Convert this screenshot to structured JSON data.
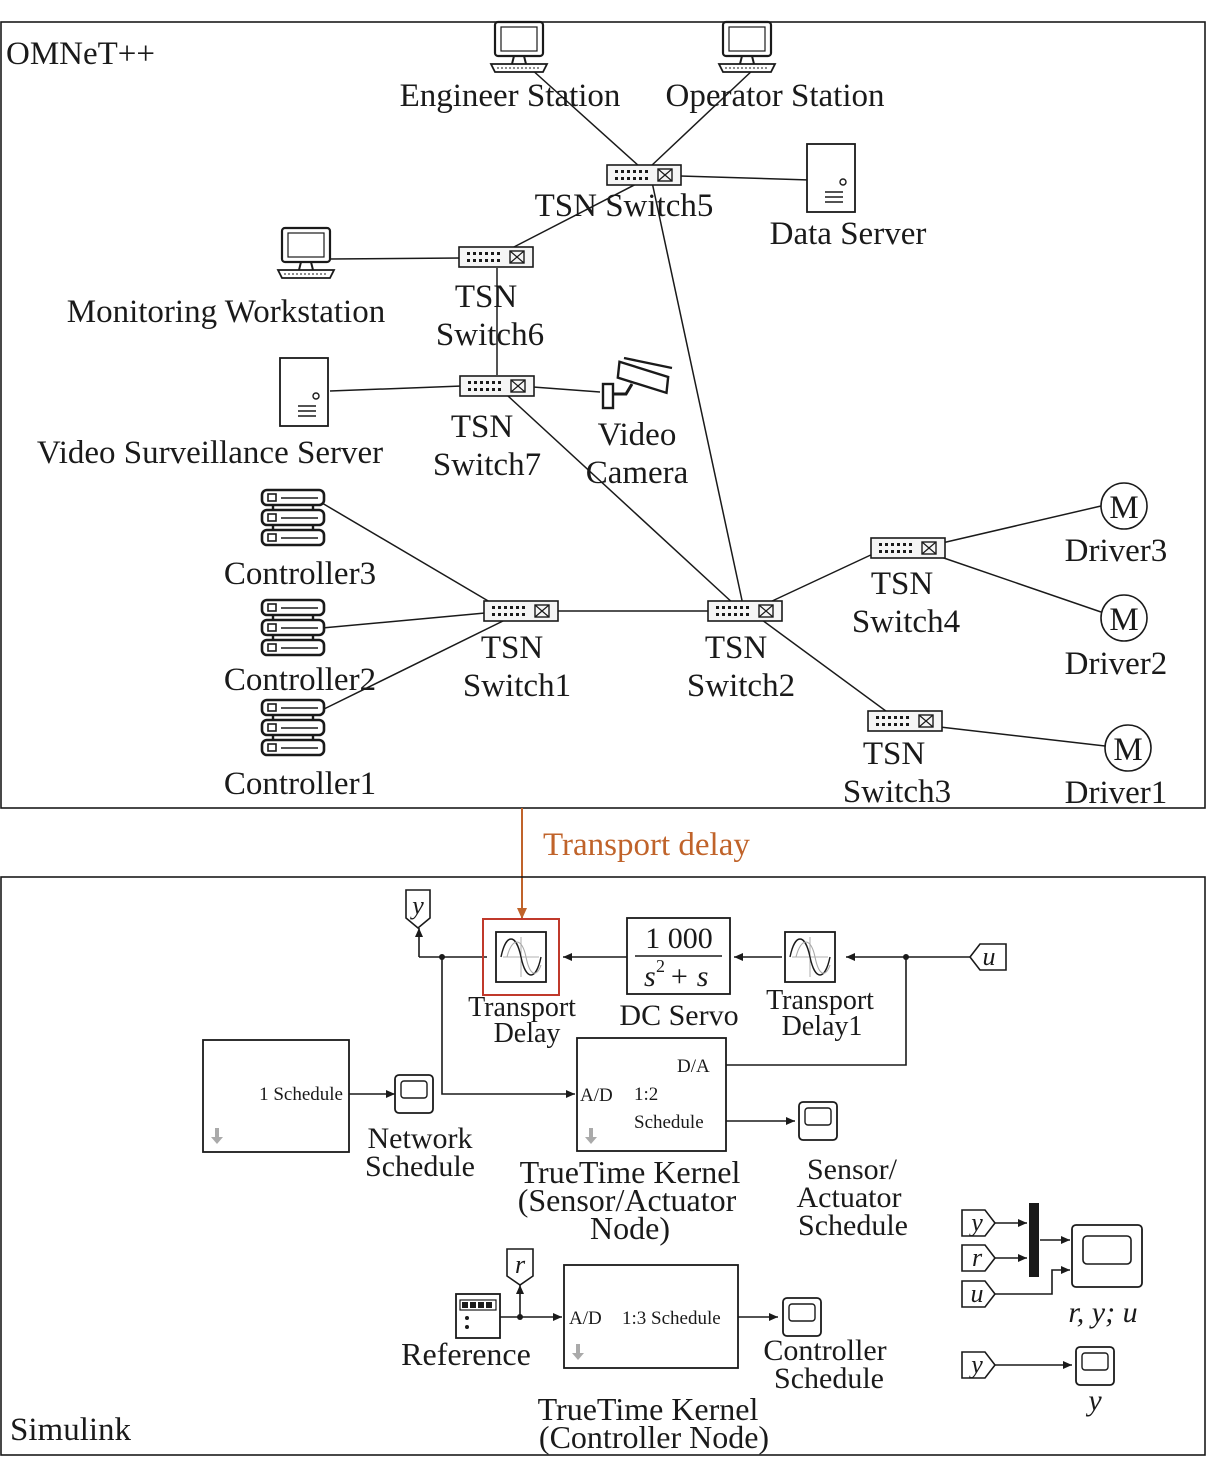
{
  "omnet": {
    "panel_label": "OMNeT++",
    "engineer_station": "Engineer Station",
    "operator_station": "Operator Station",
    "data_server": "Data Server",
    "monitoring_workstation": "Monitoring Workstation",
    "video_surveillance_server": "Video Surveillance Server",
    "video_camera": [
      "Video",
      "Camera"
    ],
    "controller1": "Controller1",
    "controller2": "Controller2",
    "controller3": "Controller3",
    "driver1": "Driver1",
    "driver2": "Driver2",
    "driver3": "Driver3",
    "motor_symbol": "M",
    "switch1": [
      "TSN",
      "Switch1"
    ],
    "switch2": [
      "TSN",
      "Switch2"
    ],
    "switch3": [
      "TSN",
      "Switch3"
    ],
    "switch4": [
      "TSN",
      "Switch4"
    ],
    "switch5": "TSN Switch5",
    "switch6": [
      "TSN",
      "Switch6"
    ],
    "switch7": [
      "TSN",
      "Switch7"
    ]
  },
  "link_label": "Transport delay",
  "simulink": {
    "panel_label": "Simulink",
    "tag_y": "y",
    "tag_u": "u",
    "tag_r": "r",
    "transport_delay": [
      "Transport",
      "Delay"
    ],
    "transport_delay1": [
      "Transport",
      "Delay1"
    ],
    "dc_servo": "DC Servo",
    "tf_numerator": "1 000",
    "tf_denominator": "s",
    "tf_exponent": "2",
    "tf_denominator_rest": "+ s",
    "network_block_port": "1 Schedule",
    "network_schedule": [
      "Network",
      "Schedule"
    ],
    "kernel_sa_ports": {
      "da": "D/A",
      "ad": "A/D",
      "ratio": "1:2",
      "schedule": "Schedule"
    },
    "kernel_sa_label": [
      "TrueTime Kernel",
      "(Sensor/Actuator",
      "Node)"
    ],
    "sa_schedule": [
      "Sensor/",
      "Actuator",
      "Schedule"
    ],
    "kernel_c_ports": {
      "ad": "A/D",
      "schedule": "1:3 Schedule"
    },
    "kernel_c_label": [
      "TrueTime Kernel",
      "(Controller Node)"
    ],
    "reference": "Reference",
    "controller_schedule": [
      "Controller",
      "Schedule"
    ],
    "scope_ryu_label": "r, y; u",
    "scope_y_label": "y"
  },
  "colors": {
    "line": "#1a1a1a",
    "accent": "#c0632a",
    "highlight_box": "#c0392b"
  }
}
